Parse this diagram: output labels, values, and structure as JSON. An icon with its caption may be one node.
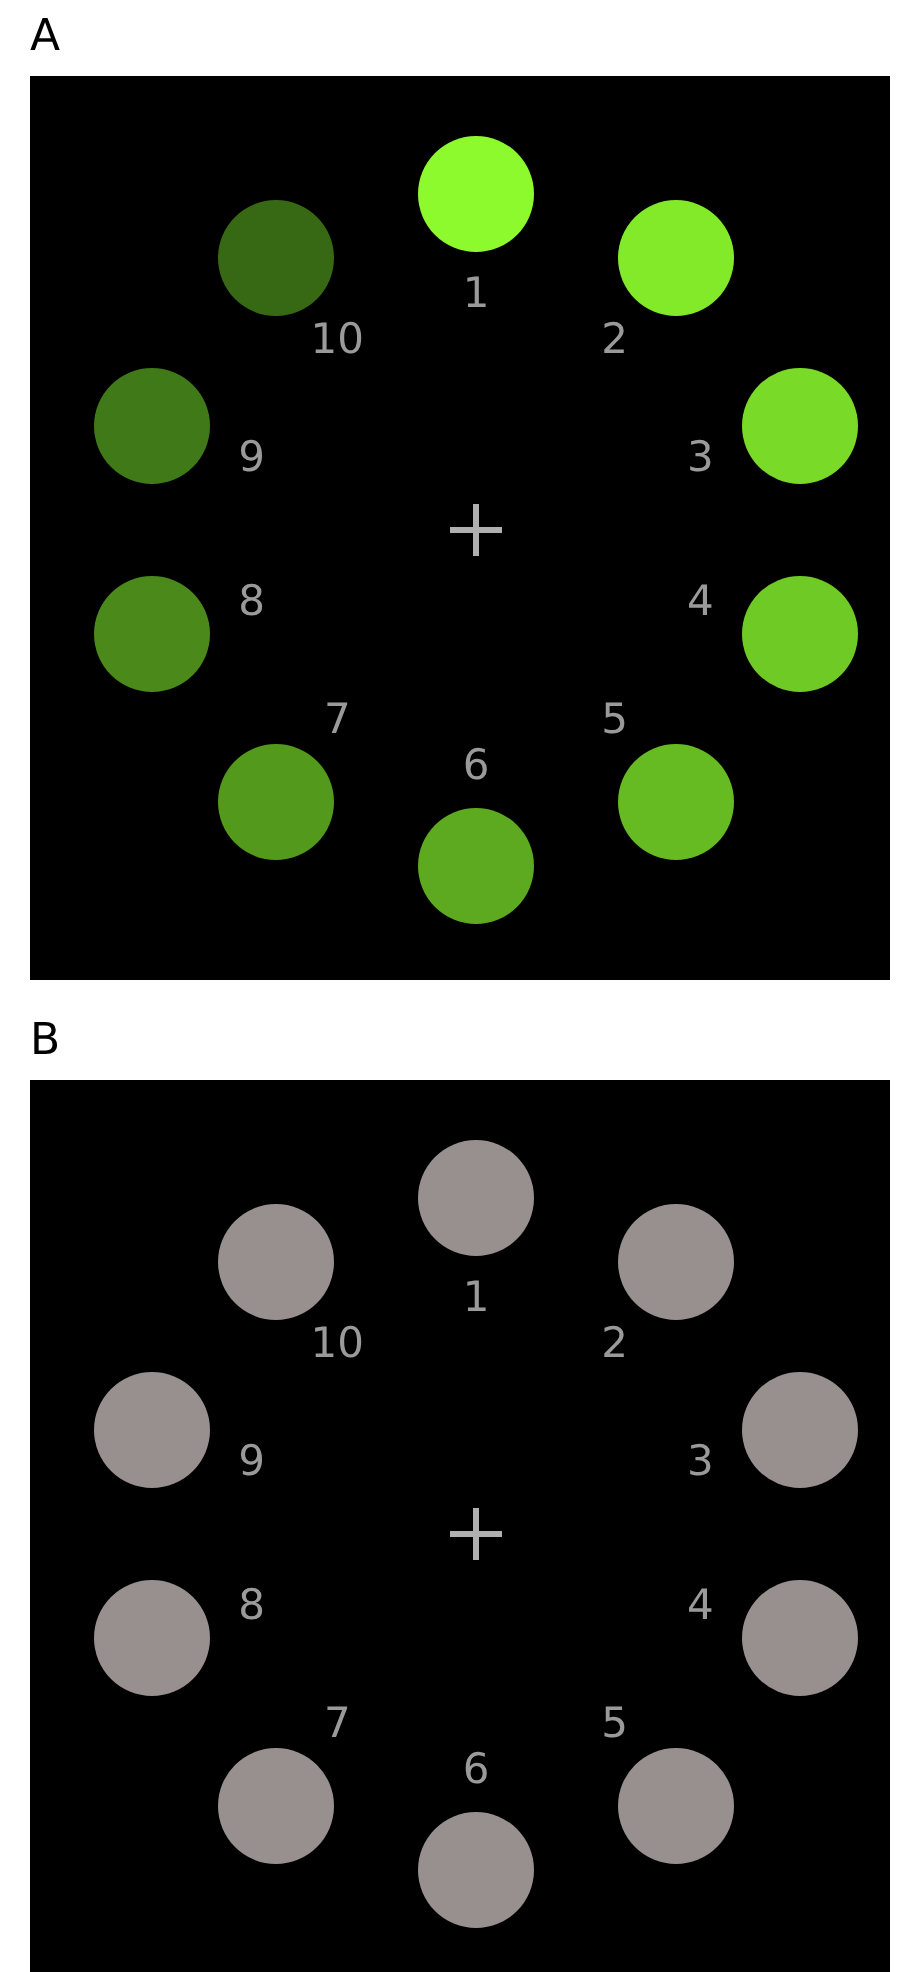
{
  "diagram": {
    "labels": [
      "A",
      "1",
      "2",
      "3",
      "4",
      "5",
      "6",
      "7",
      "8",
      "9",
      "10",
      "B",
      "1",
      "2",
      "3",
      "4",
      "5",
      "6",
      "7",
      "8",
      "9",
      "10"
    ]
  }
}
